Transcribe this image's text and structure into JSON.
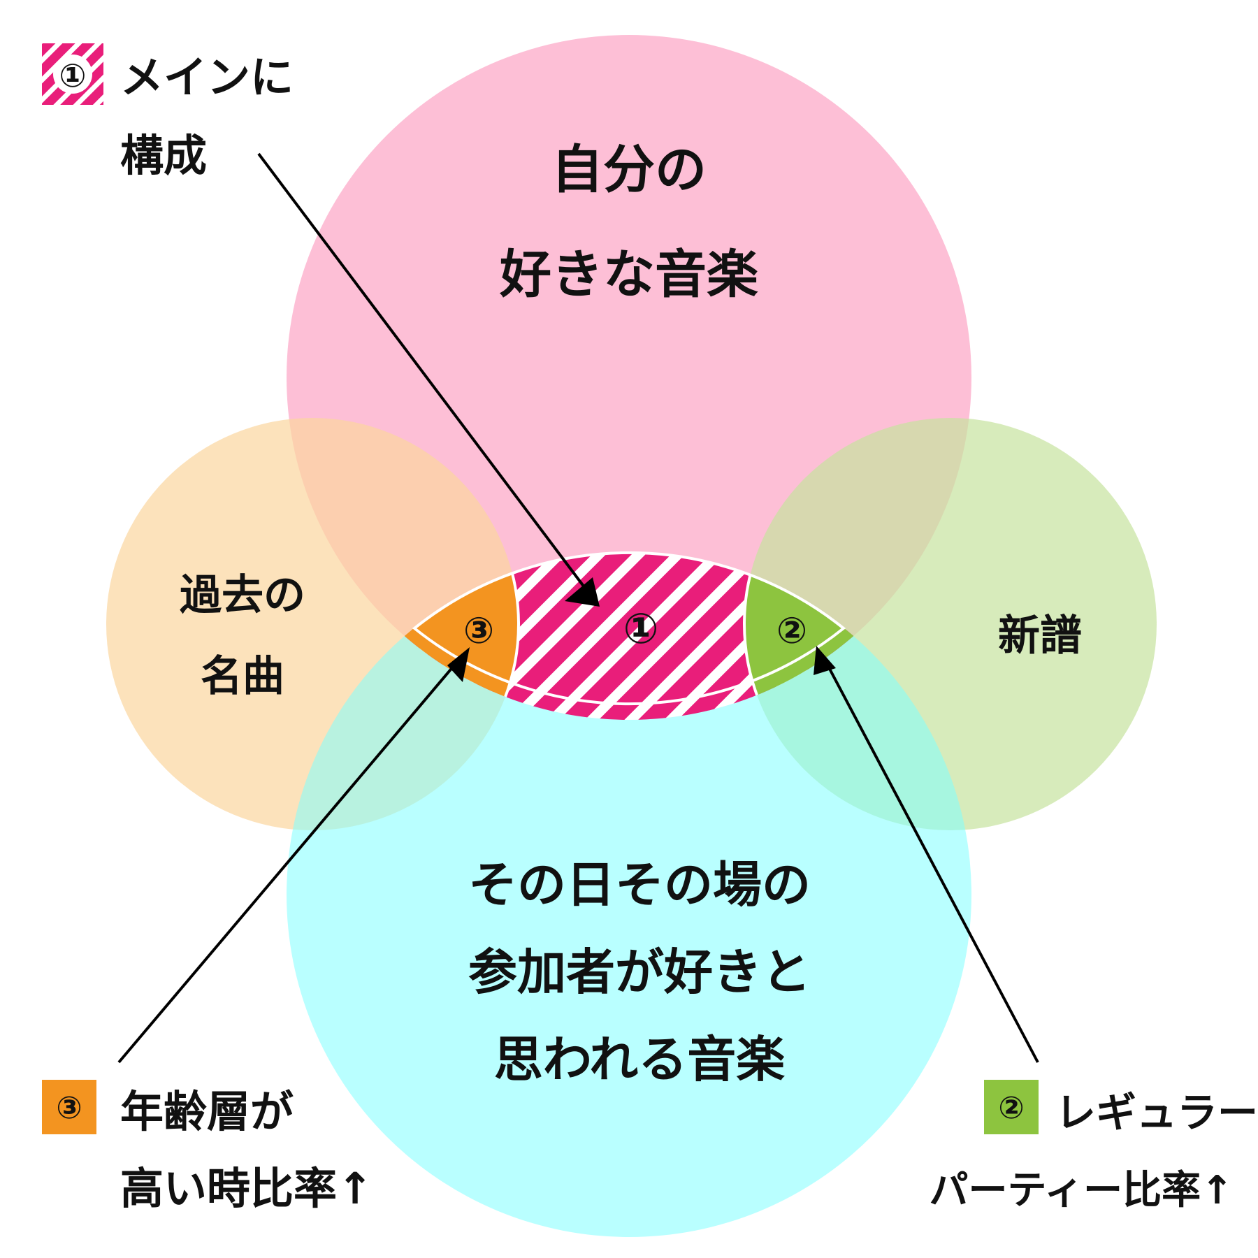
{
  "colors": {
    "pink": "#FDB8D2",
    "orange": "#FBD69E",
    "green": "#C6E29E",
    "cyan": "#80FFFF",
    "magenta_stripe": "#E91E7A",
    "orange_region": "#F39420",
    "green_region": "#8DC43F"
  },
  "circles": {
    "top": {
      "line1": "自分の",
      "line2": "好きな音楽"
    },
    "left": {
      "line1": "過去の",
      "line2": "名曲"
    },
    "right": {
      "line1": "新譜"
    },
    "bottom": {
      "line1": "その日その場の",
      "line2": "参加者が好きと",
      "line3": "思われる音楽"
    }
  },
  "regions": {
    "r1": "①",
    "r2": "②",
    "r3": "③"
  },
  "legend": {
    "item1": {
      "num": "①",
      "line1": "メインに",
      "line2": "構成"
    },
    "item2": {
      "num": "②",
      "line1": "レギュラー",
      "line2": "パーティー比率↑"
    },
    "item3": {
      "num": "③",
      "line1": "年齢層が",
      "line2": "高い時比率↑"
    }
  }
}
